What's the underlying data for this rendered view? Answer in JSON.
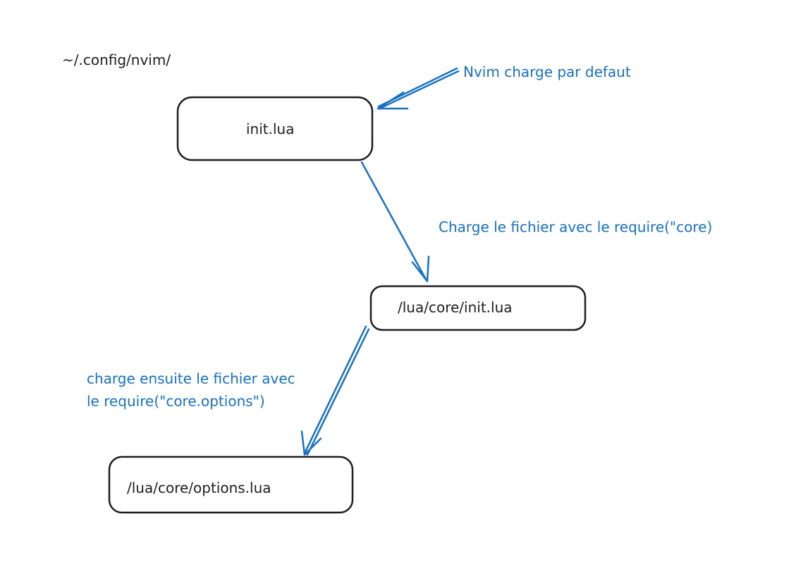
{
  "root_path": "~/.config/nvim/",
  "nodes": {
    "init": "init.lua",
    "core_init": "/lua/core/init.lua",
    "options": "/lua/core/options.lua"
  },
  "annotations": {
    "default_load": "Nvim charge par defaut",
    "require_core": "Charge le fichier avec le require(\"core)",
    "require_options_line1": "charge ensuite le fichier avec",
    "require_options_line2": "le require(\"core.options\")"
  },
  "colors": {
    "box_stroke": "#1e1e1e",
    "arrow": "#1971c2",
    "text_dark": "#1e1e1e",
    "text_blue": "#1971c2"
  }
}
